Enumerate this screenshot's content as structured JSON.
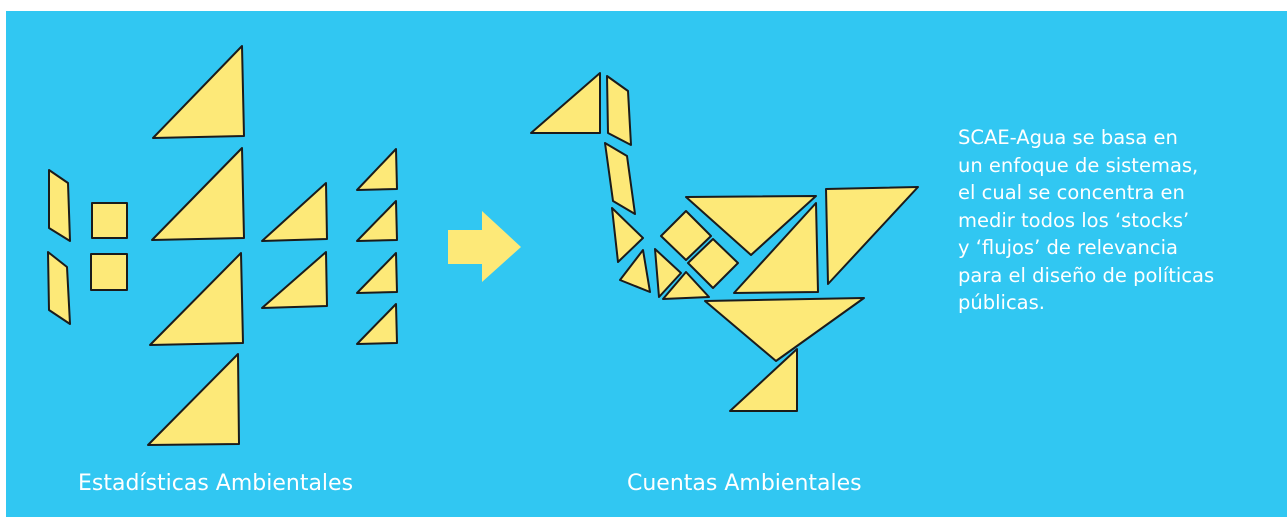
{
  "captions": {
    "left": "Estadísticas Ambientales",
    "right": "Cuentas Ambientales"
  },
  "description": [
    "SCAE-Agua se basa en",
    "un enfoque de sistemas,",
    "el cual se concentra en",
    "medir todos los ‘stocks’",
    "y ‘flujos’ de relevancia",
    "para el diseño de políticas",
    "públicas."
  ],
  "colors": {
    "background": "#31c7f2",
    "piece_fill": "#fde978",
    "piece_stroke": "#1b1b1b",
    "arrow_fill": "#fde978",
    "text": "#ffffff"
  },
  "icons": {
    "arrow": "right-arrow-icon"
  }
}
